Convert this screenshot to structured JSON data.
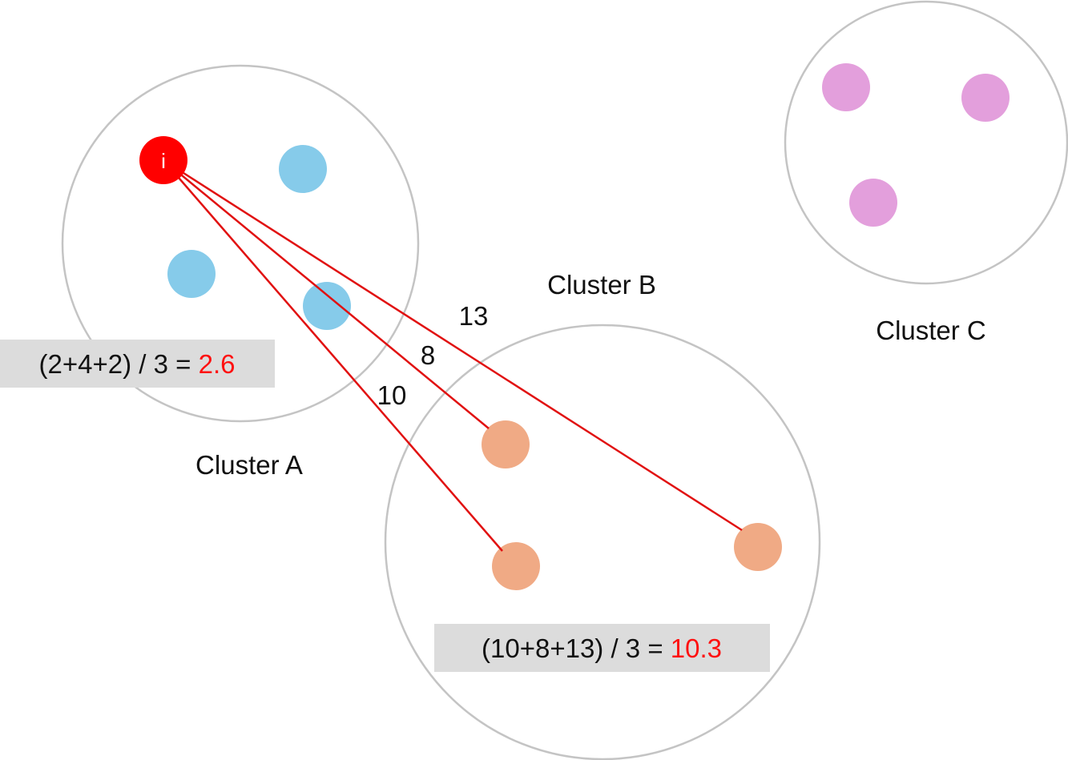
{
  "clusters": {
    "a": {
      "label": "Cluster A"
    },
    "b": {
      "label": "Cluster B"
    },
    "c": {
      "label": "Cluster C"
    }
  },
  "point_i": {
    "label": "i"
  },
  "distances": {
    "to_b_1": "10",
    "to_b_2": "8",
    "to_b_3": "13"
  },
  "formulas": {
    "a": {
      "expression": "(2+4+2) / 3 = ",
      "result": "2.6"
    },
    "b": {
      "expression": "(10+8+13) / 3 = ",
      "result": "10.3"
    }
  },
  "colors": {
    "cluster_outline": "#c4c4c4",
    "point_i": "#ff0000",
    "cluster_a_points": "#86cbea",
    "cluster_b_points": "#f0aa85",
    "cluster_c_points": "#e39fdc",
    "line": "#e11111",
    "result_text": "#ff1010",
    "formula_box": "#dcdcdc"
  }
}
